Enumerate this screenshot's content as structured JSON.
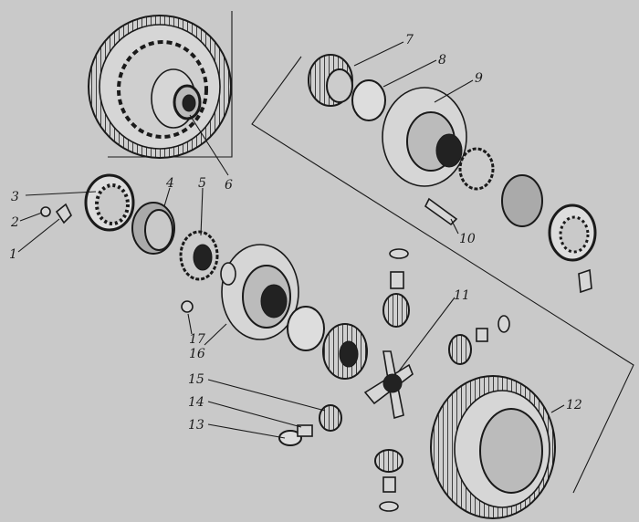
{
  "diagram": {
    "background": "#c9c9c9",
    "ink": "#1a1a1a",
    "callouts": [
      {
        "id": "c1",
        "text": "1"
      },
      {
        "id": "c2",
        "text": "2"
      },
      {
        "id": "c3",
        "text": "3"
      },
      {
        "id": "c4",
        "text": "4"
      },
      {
        "id": "c5",
        "text": "5"
      },
      {
        "id": "c6",
        "text": "6"
      },
      {
        "id": "c7",
        "text": "7"
      },
      {
        "id": "c8",
        "text": "8"
      },
      {
        "id": "c9",
        "text": "9"
      },
      {
        "id": "c10",
        "text": "10"
      },
      {
        "id": "c11",
        "text": "11"
      },
      {
        "id": "c12",
        "text": "12"
      },
      {
        "id": "c13",
        "text": "13"
      },
      {
        "id": "c14",
        "text": "14"
      },
      {
        "id": "c15",
        "text": "15"
      },
      {
        "id": "c16",
        "text": "16"
      },
      {
        "id": "c17",
        "text": "17"
      }
    ]
  }
}
